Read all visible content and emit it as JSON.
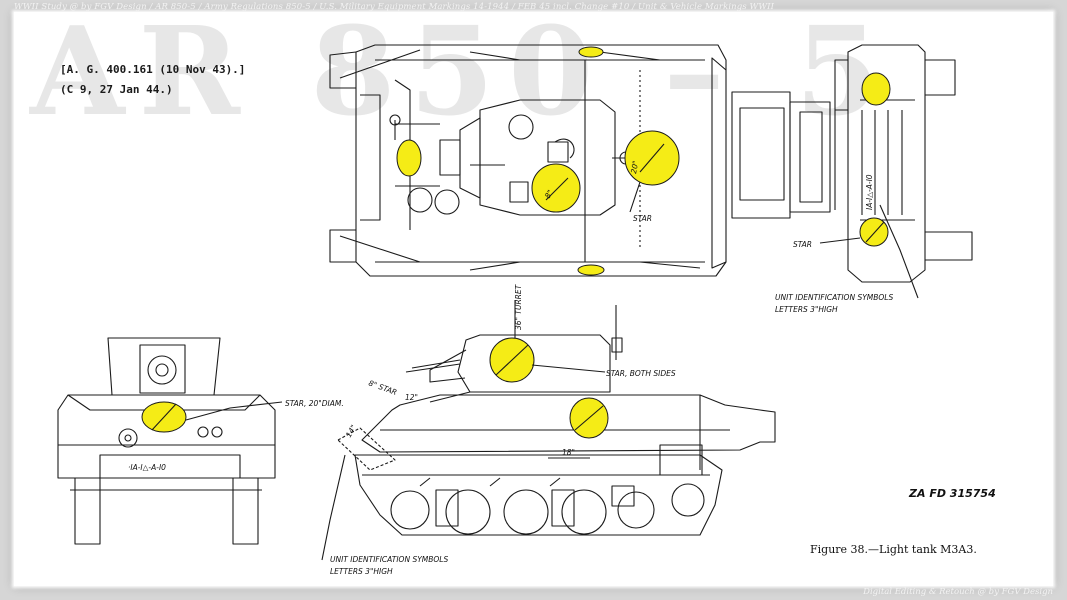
{
  "header_credit": "WWII Study @ by FGV Design / AR 850-5 / Army Regulations 850-5 / U.S. Military Equipment Markings 14-1944 / FEB 45 incl. Change #10 / Unit & Vehicle Markings WWII",
  "footer_credit": "Digital Editing & Retouch @ by FGV Design",
  "watermark": "AR 850 – 5",
  "references": [
    "[A. G. 400.161 (10 Nov 43).]",
    "(C 9, 27 Jan 44.)"
  ],
  "figure_code": "ZA FD 315754",
  "figure_caption": "Figure 38.—Light tank M3A3.",
  "callouts": {
    "star_top": "STAR",
    "size_20": "20\"",
    "size_8": "8\"",
    "star_rear": "STAR",
    "unit_id_rear_line1": "UNIT IDENTIFICATION SYMBOLS",
    "unit_id_rear_line2": "LETTERS 3\"HIGH",
    "turret_dim": "36\" TURRET",
    "star_both_sides": "STAR, BOTH SIDES",
    "star_hull": "8\" STAR",
    "dim_12": "12\"",
    "dim_18": "18\"",
    "dim_14": "14\"",
    "star_front": "STAR, 20\"DIAM.",
    "unit_id_side_line1": "UNIT IDENTIFICATION SYMBOLS",
    "unit_id_side_line2": "LETTERS 3\"HIGH",
    "bumper_code_front": "·IA-I△-A-I0",
    "bumper_code_rear": "IA-I△-A-I0"
  },
  "colors": {
    "star_fill": "#f5ec16",
    "line": "#1b1b1b",
    "paper": "#ffffff"
  }
}
